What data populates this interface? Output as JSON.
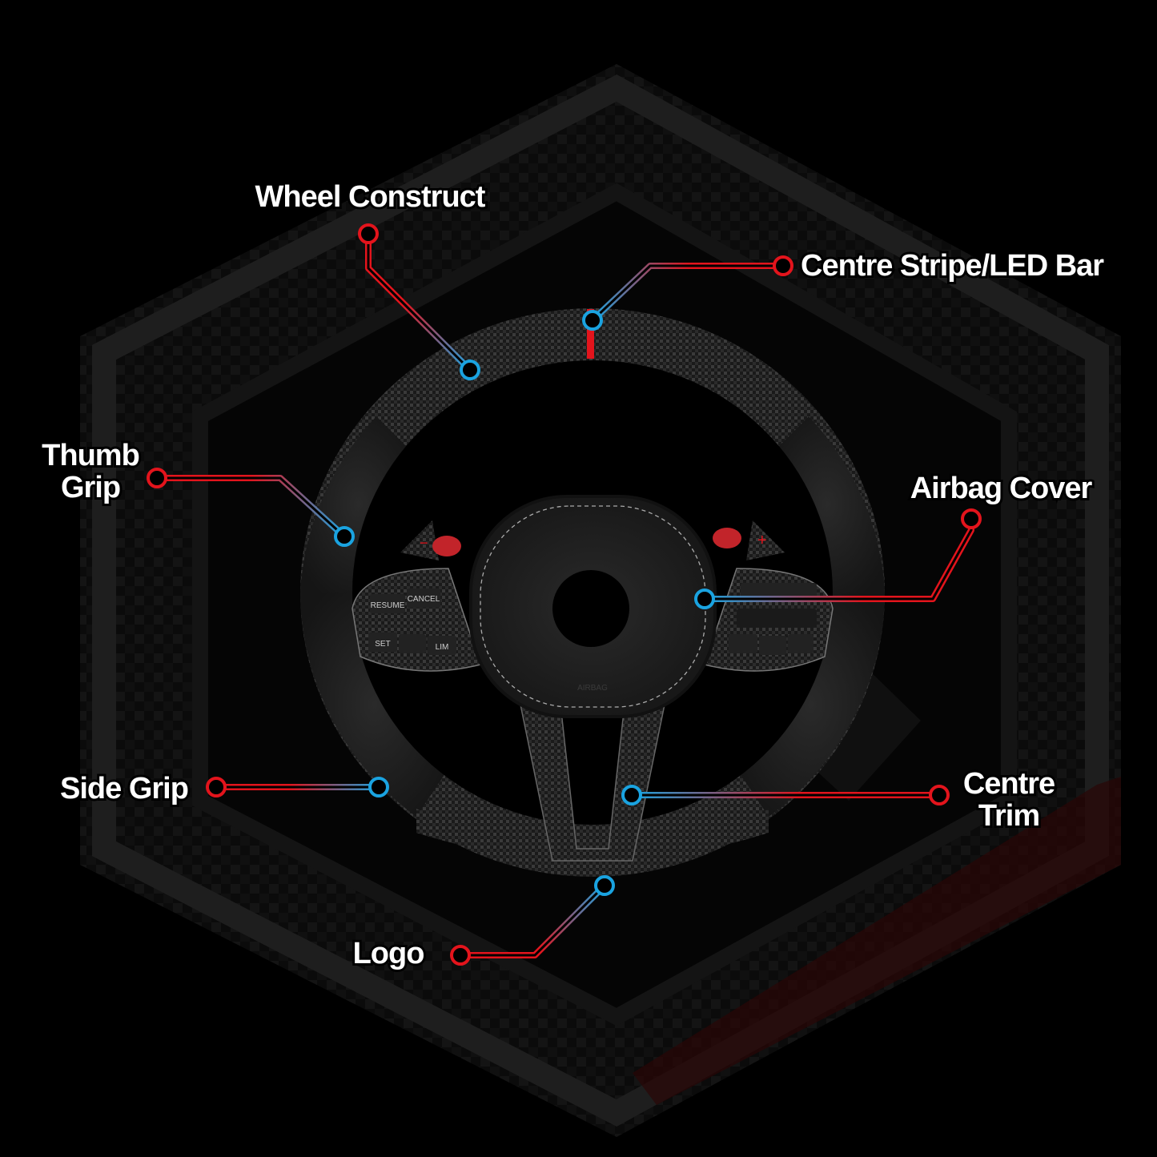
{
  "callouts": [
    {
      "id": "wheel-construct",
      "lines": [
        "Wheel Construct"
      ]
    },
    {
      "id": "centre-stripe",
      "lines": [
        "Centre Stripe/LED Bar"
      ]
    },
    {
      "id": "thumb-grip",
      "lines": [
        "Thumb",
        "Grip"
      ]
    },
    {
      "id": "airbag-cover",
      "lines": [
        "Airbag Cover"
      ]
    },
    {
      "id": "side-grip",
      "lines": [
        "Side Grip"
      ]
    },
    {
      "id": "centre-trim",
      "lines": [
        "Centre",
        "Trim"
      ]
    },
    {
      "id": "logo",
      "lines": [
        "Logo"
      ]
    }
  ],
  "wheel_buttons": {
    "resume": "RESUME",
    "cancel": "CANCEL",
    "set": "SET",
    "lim": "LIM",
    "airbag": "AIRBAG",
    "minus": "−",
    "plus": "+"
  },
  "colors": {
    "callout_start": "#e3141c",
    "callout_end": "#1aa3e0",
    "stripe": "#e3141c",
    "background": "#000000"
  }
}
